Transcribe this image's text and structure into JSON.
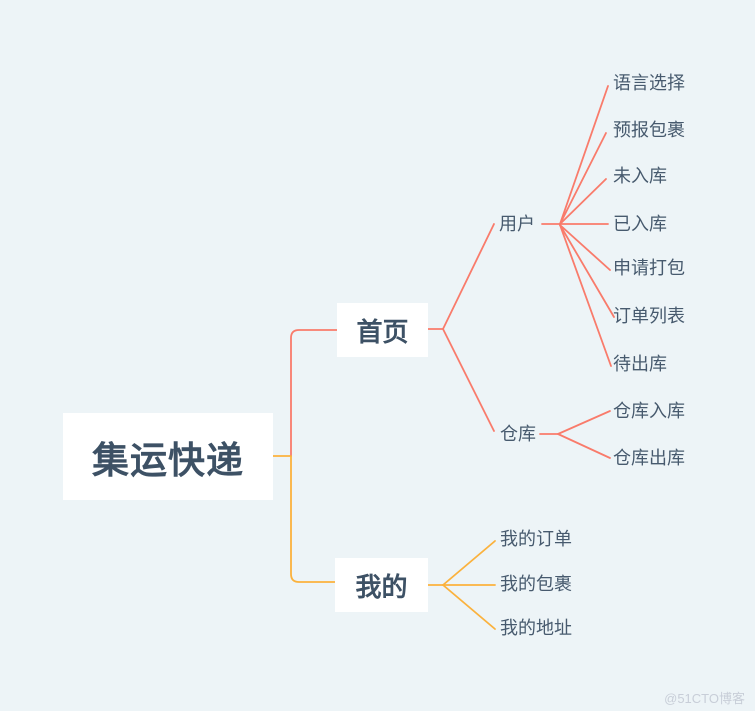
{
  "colors": {
    "background": "#edf4f7",
    "node_bg": "#ffffff",
    "node_text": "#3d5165",
    "leaf_text": "#475a6e",
    "branch_home": "#f97b6b",
    "branch_mine": "#fbb23d",
    "watermark": "#c8ced8"
  },
  "watermark": {
    "label": "@51CTO博客"
  },
  "mindmap": {
    "root": {
      "label": "集运快递"
    },
    "branches": [
      {
        "label": "首页",
        "children": [
          {
            "label": "用户",
            "children": [
              {
                "label": "语言选择"
              },
              {
                "label": "预报包裹"
              },
              {
                "label": "未入库"
              },
              {
                "label": "已入库"
              },
              {
                "label": "申请打包"
              },
              {
                "label": "订单列表"
              },
              {
                "label": "待出库"
              }
            ]
          },
          {
            "label": "仓库",
            "children": [
              {
                "label": "仓库入库"
              },
              {
                "label": "仓库出库"
              }
            ]
          }
        ]
      },
      {
        "label": "我的",
        "children": [
          {
            "label": "我的订单"
          },
          {
            "label": "我的包裹"
          },
          {
            "label": "我的地址"
          }
        ]
      }
    ]
  }
}
